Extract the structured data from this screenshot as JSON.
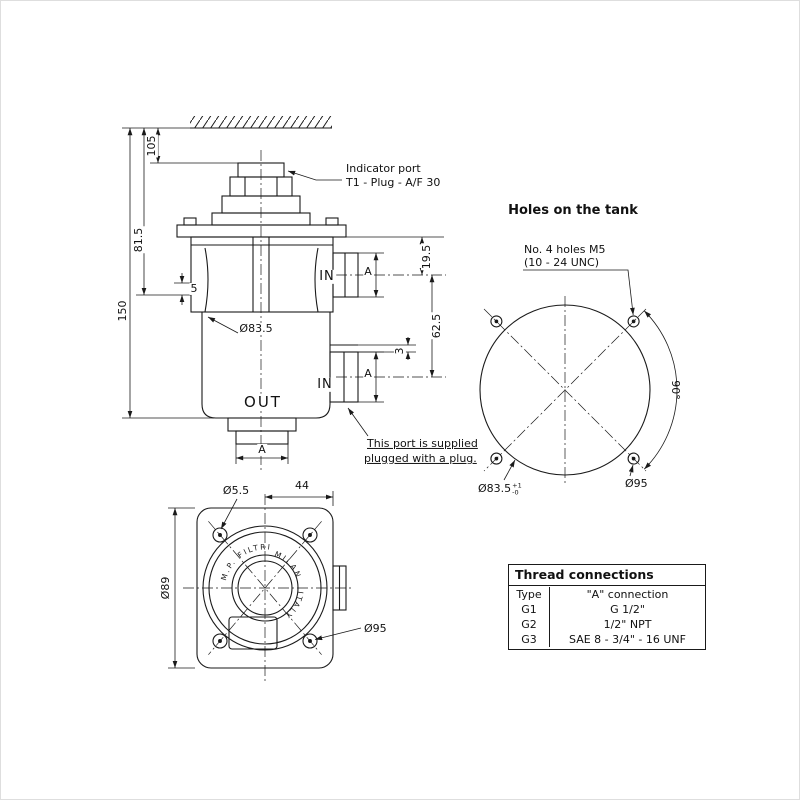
{
  "side_view": {
    "port_labels": {
      "in_upper": "IN",
      "in_lower": "IN",
      "out": "OUT"
    },
    "dims": {
      "h105": "105",
      "h81_5": "81.5",
      "h150": "150",
      "w5": "5",
      "dia83_5": "Ø83.5",
      "h19_5": "19.5",
      "h62_5": "62.5",
      "h3": "3",
      "a_upper": "A",
      "a_lower": "A",
      "a_bottom": "A"
    },
    "notes": {
      "indicator_line1": "Indicator port",
      "indicator_line2": "T1 - Plug - A/F 30",
      "plug_line1": "This port is supplied",
      "plug_line2": "plugged with a plug."
    }
  },
  "tank_view": {
    "title": "Holes on the tank",
    "note_line1": "No. 4 holes M5",
    "note_line2": "(10 - 24 UNC)",
    "dia_hole": "Ø83.5",
    "dia_hole_tol_sup": "+1",
    "dia_hole_tol_inf": "-0",
    "dia_bolt": "Ø95",
    "angle": "90°"
  },
  "top_view": {
    "dims": {
      "dia5_5": "Ø5.5",
      "w44": "44",
      "dia89": "Ø89",
      "dia95": "Ø95"
    },
    "engraving": {
      "brand": "M.P. FILTRI",
      "city": "MILANO",
      "country": "ITALY"
    }
  },
  "table": {
    "title": "Thread connections",
    "rows": [
      {
        "type": "Type",
        "connection": "\"A\" connection"
      },
      {
        "type": "G1",
        "connection": "G 1/2\""
      },
      {
        "type": "G2",
        "connection": "1/2\" NPT"
      },
      {
        "type": "G3",
        "connection": "SAE 8 - 3/4\" - 16 UNF"
      }
    ]
  }
}
